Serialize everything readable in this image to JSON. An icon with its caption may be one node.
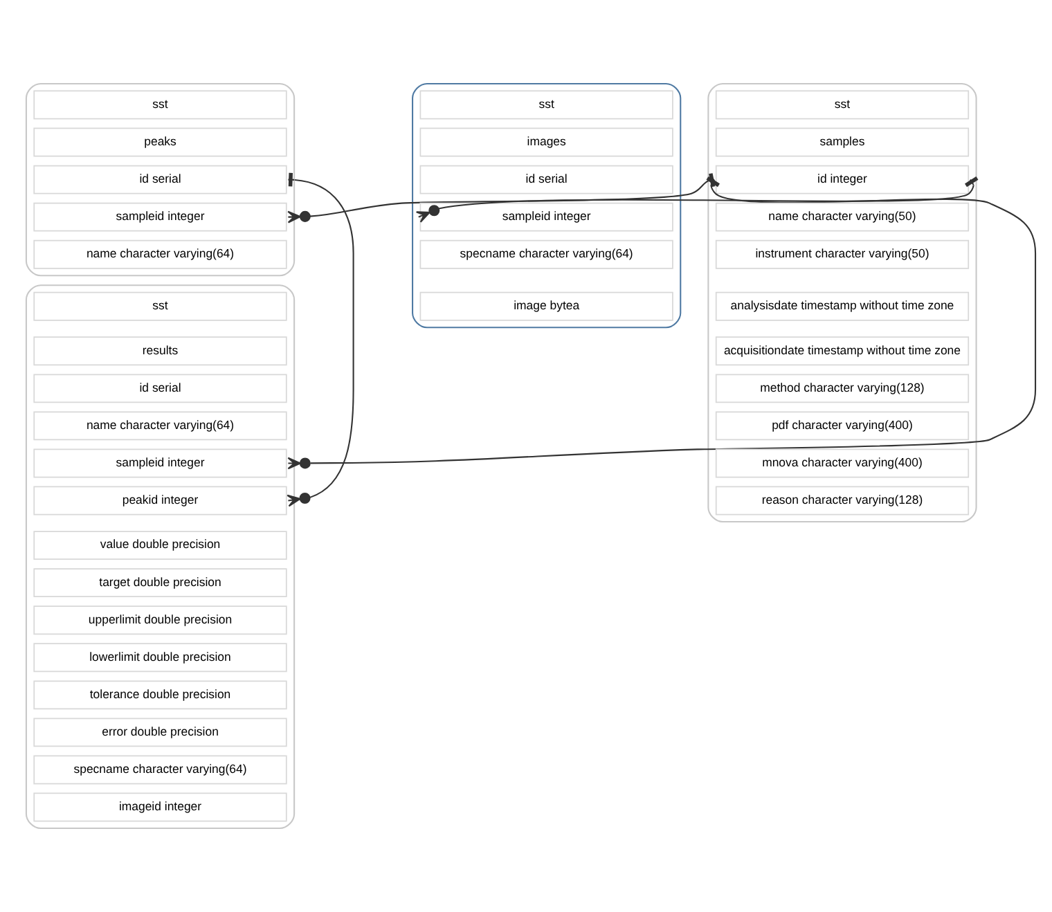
{
  "diagram": {
    "nodes": [
      {
        "text": [],
        "shape": "box"
      },
      {
        "text": [
          "sst"
        ],
        "in": 0
      },
      {
        "text": [
          "peaks"
        ],
        "in": 0
      },
      {
        "text": [
          "id serial"
        ],
        "in": 0
      },
      {
        "text": [
          "sampleid integer"
        ],
        "in": 0
      },
      {
        "text": [
          "name character varying(64)"
        ],
        "in": 0
      },
      {
        "text": [],
        "shape": "box"
      },
      {
        "text": [
          "sst"
        ],
        "in": 6
      },
      {
        "text": [
          "results"
        ],
        "in": 6
      },
      {
        "text": [
          "id serial"
        ],
        "in": 6
      },
      {
        "text": [
          "name character varying(64)"
        ],
        "in": 6
      },
      {
        "text": [
          "sampleid integer"
        ],
        "in": 6
      },
      {
        "text": [
          "peakid integer"
        ],
        "in": 6
      },
      {
        "text": [
          "value double precision"
        ],
        "in": 6
      },
      {
        "text": [
          "target double precision"
        ],
        "in": 6
      },
      {
        "text": [
          "upperlimit double precision"
        ],
        "in": 6
      },
      {
        "text": [
          "lowerlimit double precision"
        ],
        "in": 6
      },
      {
        "text": [
          "tolerance double precision"
        ],
        "in": 6
      },
      {
        "text": [
          "error double precision"
        ],
        "in": 6
      },
      {
        "text": [
          "specname character varying(64)"
        ],
        "in": 6
      },
      {
        "text": [
          "imageid integer"
        ],
        "in": 6
      },
      {
        "text": [],
        "shape": "box"
      },
      {
        "text": [
          "sst"
        ],
        "in": 21
      },
      {
        "text": [
          "samples"
        ],
        "in": 21
      },
      {
        "text": [
          "id integer"
        ],
        "in": 21
      },
      {
        "text": [
          "name character varying(50)"
        ],
        "in": 21
      },
      {
        "text": [
          "instrument character varying(50)"
        ],
        "in": 21
      },
      {
        "text": [
          "analysisdate timestamp without time zone"
        ],
        "in": 21
      },
      {
        "text": [
          "acquisitiondate timestamp without time zone"
        ],
        "in": 21
      },
      {
        "text": [
          "method character varying(128)"
        ],
        "in": 21
      },
      {
        "text": [
          "pdf character varying(400)"
        ],
        "in": 21
      },
      {
        "text": [
          "mnova character varying(400)"
        ],
        "in": 21
      },
      {
        "text": [
          "reason character varying(128)"
        ],
        "in": 21
      },
      {
        "text": [],
        "shape": "box"
      },
      {
        "text": [
          "sst"
        ],
        "in": 33
      },
      {
        "text": [
          "images"
        ],
        "in": 33
      },
      {
        "text": [
          "id serial"
        ],
        "in": 33
      },
      {
        "text": [
          "sampleid integer"
        ],
        "in": 33
      },
      {
        "text": [
          "specname character varying(64)"
        ],
        "in": 33
      },
      {
        "text": [
          "image bytea"
        ],
        "in": 33
      }
    ],
    "edges": [
      {
        "from": 3,
        "to": 12,
        "arrow": "other"
      },
      {
        "from": 24,
        "to": 4,
        "arrow": "other"
      },
      {
        "from": 24,
        "to": 11,
        "arrow": "other"
      },
      {
        "from": 24,
        "to": 37,
        "arrow": "other"
      }
    ]
  }
}
